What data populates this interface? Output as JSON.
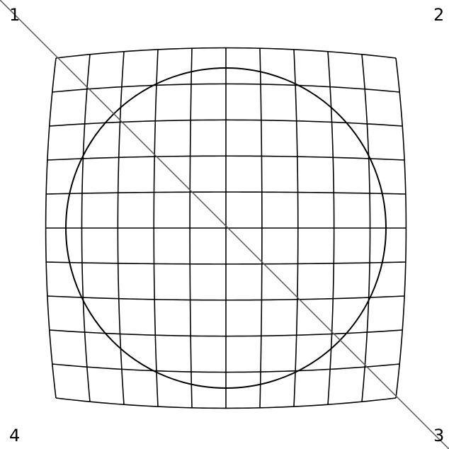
{
  "corner_labels": {
    "top_left": "1",
    "top_right": "2",
    "bottom_right": "3",
    "bottom_left": "4"
  },
  "grid": {
    "columns": 10,
    "rows": 10
  },
  "colors": {
    "background": "#ffffff",
    "grid_line": "#000000",
    "diagonal": "#555555"
  }
}
